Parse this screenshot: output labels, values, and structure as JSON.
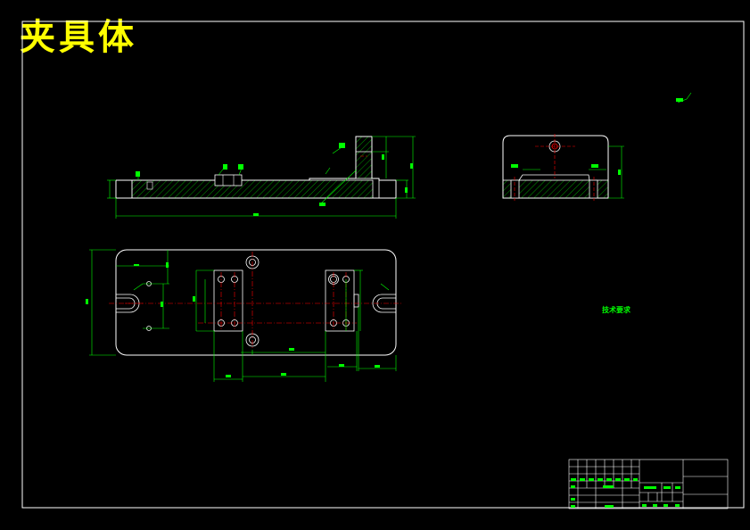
{
  "drawing": {
    "title": "夹具体",
    "colors": {
      "background": "#000000",
      "outline": "#ffffff",
      "dimension": "#00ff00",
      "centerline": "#ff0000",
      "title_text": "#ffff00",
      "hatch": "#00ff00"
    }
  },
  "technical_requirements": {
    "title": "技术要求",
    "items": [
      "",
      "",
      ""
    ]
  },
  "title_block": {
    "rows": 6,
    "columns": 10
  }
}
